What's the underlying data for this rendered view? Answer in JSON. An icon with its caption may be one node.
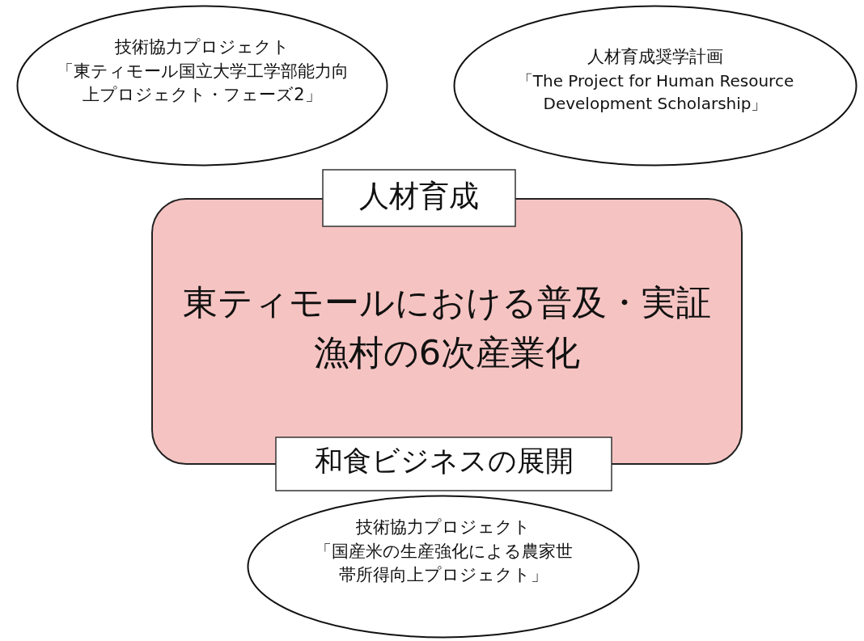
{
  "diagram": {
    "nodes": [
      {
        "text": [
          "技術協力プロジェクト",
          "「東ティモール国立大学工学部能力向上プロジェクト・フェーズ2」"
        ]
      },
      {
        "text": [
          "人材育成奨学計画",
          "「The Project for Human Resource Development Scholarship」"
        ]
      },
      {
        "text": [
          "人材育成"
        ]
      },
      {
        "text": [
          "東ティモールにおける普及・実証漁村の6次産業化"
        ]
      },
      {
        "text": [
          "和食ビジネスの展開"
        ]
      },
      {
        "text": [
          "技術協力プロジェクト",
          "「国産米の生産強化による農家世帯所得向上プロジェクト」"
        ]
      }
    ],
    "edges": []
  }
}
